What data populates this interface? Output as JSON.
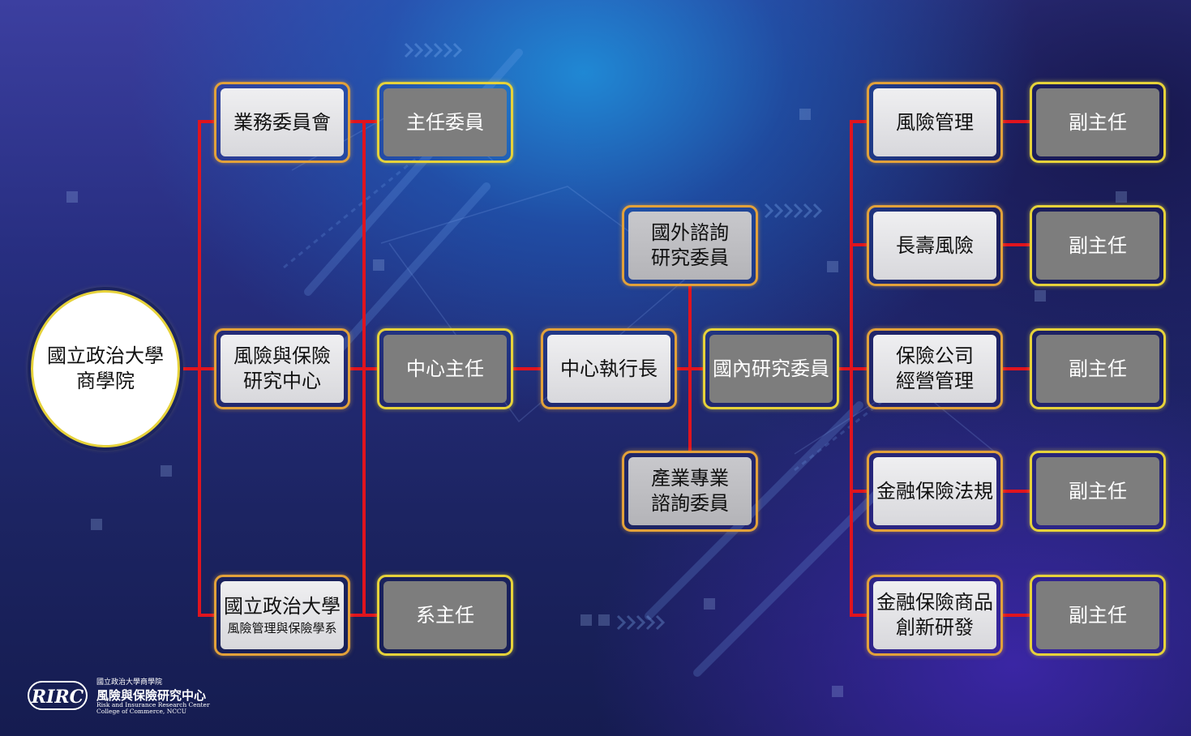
{
  "root": {
    "line1": "國立政治大學",
    "line2": "商學院"
  },
  "col1": {
    "committee": "業務委員會",
    "center_line1": "風險與保險",
    "center_line2": "研究中心",
    "dept_line1": "國立政治大學",
    "dept_line2": "風險管理與保險學系"
  },
  "col2": {
    "chair_commissioner": "主任委員",
    "center_director": "中心主任",
    "dept_chair": "系主任"
  },
  "executive_director": "中心執行長",
  "advisory": {
    "foreign_line1": "國外諮詢",
    "foreign_line2": "研究委員",
    "domestic": "國內研究委員",
    "industry_line1": "產業專業",
    "industry_line2": "諮詢委員"
  },
  "divisions": [
    {
      "line1": "風險管理",
      "line2": "",
      "head": "副主任"
    },
    {
      "line1": "長壽風險",
      "line2": "",
      "head": "副主任"
    },
    {
      "line1": "保險公司",
      "line2": "經營管理",
      "head": "副主任"
    },
    {
      "line1": "金融保險法規",
      "line2": "",
      "head": "副主任"
    },
    {
      "line1": "金融保險商品",
      "line2": "創新研發",
      "head": "副主任"
    }
  ],
  "logo": {
    "emblem": "RIRC",
    "line1": "國立政治大學商學院",
    "line2": "風險與保險研究中心",
    "line3": "Risk and Insurance Research Center",
    "line4": "College of Commerce, NCCU"
  },
  "colors": {
    "connector": "#e0141e",
    "border_orange": "#e2a13a",
    "border_gold": "#e6d23a",
    "box_light": "#e3e3e6",
    "box_dark": "#7d7d7d"
  }
}
